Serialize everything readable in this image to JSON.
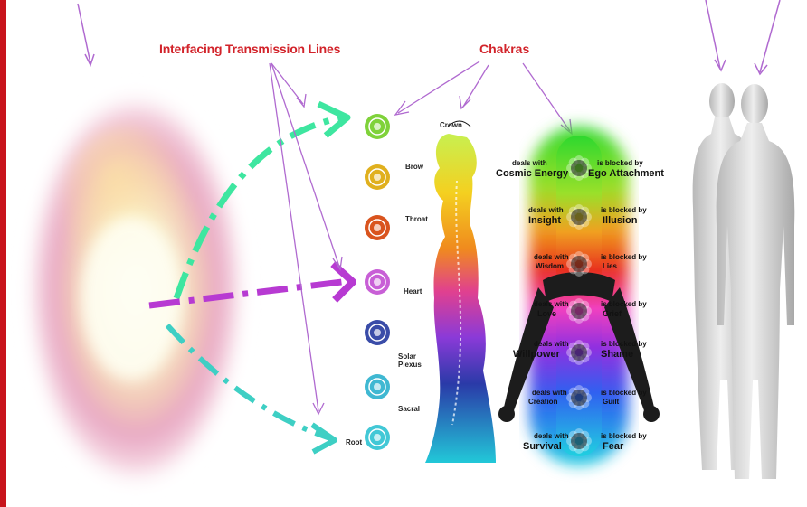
{
  "labels": {
    "interfacing_lines": "Interfacing Transmission Lines",
    "chakras": "Chakras"
  },
  "body_chakra_names": [
    "Crown",
    "Brow",
    "Throat",
    "Heart",
    "Solar Plexus",
    "Sacral",
    "Root"
  ],
  "chakra_column_labels": {
    "left_small": [
      "deals with",
      "deals with",
      "deals with",
      "deals with",
      "deals with",
      "deals with",
      "deals with"
    ],
    "left_big": [
      "Cosmic Energy",
      "Insight",
      "Wisdom",
      "Love",
      "Willpower",
      "Creation",
      "Survival"
    ],
    "right_small": [
      "is blocked by",
      "is blocked by",
      "is blocked by",
      "is blocked by",
      "is blocked by",
      "is blocked by",
      "is blocked by"
    ],
    "right_big": [
      "Ego Attachment",
      "Illusion",
      "Lies",
      "Grief",
      "Shame",
      "Guilt",
      "Fear"
    ]
  },
  "colors": {
    "label_red": "#d2232a",
    "arrow_purple": "#b06ad0",
    "arrow_green": "#3ee6a0",
    "arrow_magenta": "#b73ad2",
    "arrow_teal": "#3ecfc4",
    "chakra_colors": [
      "#7fd23a",
      "#e0b01e",
      "#d9541e",
      "#c85fd6",
      "#3a4ca8",
      "#3fb8d2",
      "#42c8d6"
    ]
  }
}
